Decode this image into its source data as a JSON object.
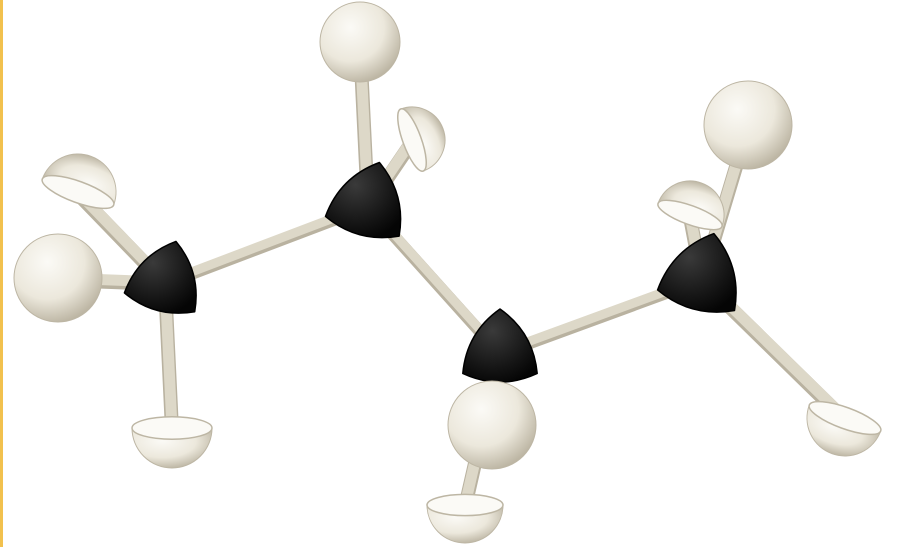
{
  "molecule_model": {
    "description_visible_text": "",
    "colors": {
      "carbon": "#141414",
      "carbon_highlight": "#3a3a3a",
      "hydrogen": "#ece8dc",
      "hydrogen_shadow": "#bdb6a4",
      "hydrogen_highlight": "#fbfaf6",
      "stick": "#ddd8c8",
      "stick_shadow": "#b9b2a0",
      "edge_accent": "#f2c14e"
    },
    "atoms": [
      {
        "id": "c1",
        "element": "carbon"
      },
      {
        "id": "c2",
        "element": "carbon"
      },
      {
        "id": "c3",
        "element": "carbon"
      },
      {
        "id": "c4",
        "element": "carbon"
      },
      {
        "id": "h1",
        "element": "hydrogen"
      },
      {
        "id": "h2",
        "element": "hydrogen"
      },
      {
        "id": "h3",
        "element": "hydrogen"
      },
      {
        "id": "h4",
        "element": "hydrogen"
      },
      {
        "id": "h5",
        "element": "hydrogen"
      },
      {
        "id": "h6",
        "element": "hydrogen"
      },
      {
        "id": "h7",
        "element": "hydrogen"
      },
      {
        "id": "h8",
        "element": "hydrogen"
      },
      {
        "id": "h9",
        "element": "hydrogen"
      },
      {
        "id": "h10",
        "element": "hydrogen"
      }
    ],
    "bonds": [
      [
        "c1",
        "c2"
      ],
      [
        "c2",
        "c3"
      ],
      [
        "c3",
        "c4"
      ],
      [
        "c1",
        "h1"
      ],
      [
        "c1",
        "h2"
      ],
      [
        "c1",
        "h3"
      ],
      [
        "c2",
        "h4"
      ],
      [
        "c2",
        "h5"
      ],
      [
        "c3",
        "h6"
      ],
      [
        "c3",
        "h7"
      ],
      [
        "c4",
        "h8"
      ],
      [
        "c4",
        "h9"
      ],
      [
        "c4",
        "h10"
      ]
    ]
  }
}
